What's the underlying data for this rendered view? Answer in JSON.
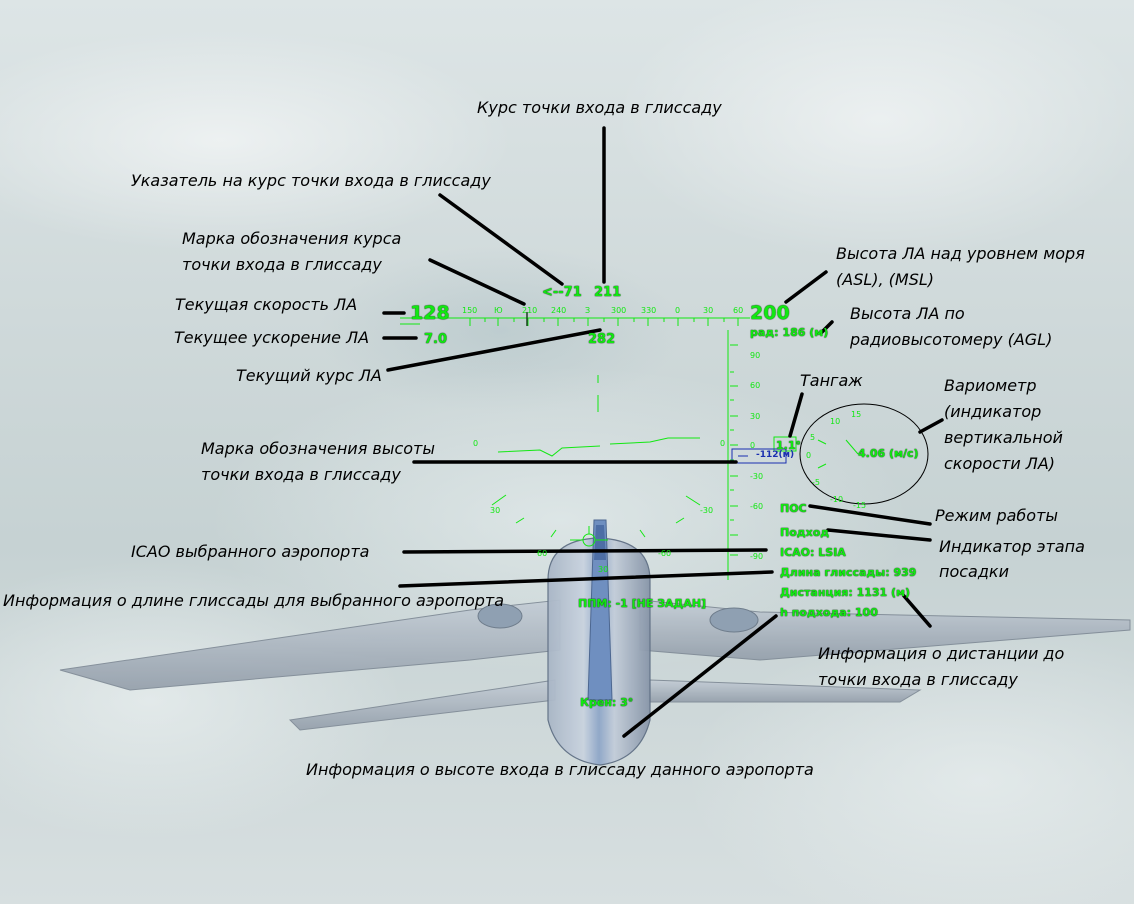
{
  "hud": {
    "speed": "128",
    "accel": "7.0",
    "heading": "282",
    "heading_pointer": "<--71",
    "entry_course": "211",
    "asl": "200",
    "agl": "рад: 186 (м)",
    "pitch": "1.1°",
    "glide_alt_mark": "-112(м)",
    "vario_value": "4.06 (м/с)",
    "mode": "ПОС",
    "phase": "Подход",
    "icao": "ICAO: LSIA",
    "glide_length": "Длина глиссады: 939",
    "distance": "Дистанция: 1131 (м)",
    "h_approach": "h подхода: 100",
    "ppm": "ППМ: -1 [НЕ ЗАДАН]",
    "bank": "Крен: 3°",
    "heading_scale": [
      "150",
      "Ю",
      "210",
      "240",
      "З",
      "300",
      "330",
      "0",
      "30",
      "60"
    ],
    "alt_scale": [
      "90",
      "60",
      "30",
      "0",
      "-30",
      "-60",
      "-90"
    ],
    "pitch_left_zero": "0",
    "pitch_right_zero": "0",
    "roll_labels": [
      "30",
      "-30",
      "60",
      "-60",
      "30"
    ],
    "vario_ticks": [
      "15",
      "10",
      "5",
      "0",
      "-5",
      "-10",
      "-15"
    ],
    "colors": {
      "hud_green": "#12e812",
      "marker_blue": "#1a2fb0"
    }
  },
  "annotations": {
    "entry_course": "Курс точки входа в глиссаду",
    "course_pointer": "Указатель на курс точки входа в глиссаду",
    "course_mark_1": "Марка обозначения курса",
    "course_mark_2": "точки входа в глиссаду",
    "speed": "Текущая скорость ЛА",
    "accel": "Текущее ускорение ЛА",
    "heading": "Текущий курс ЛА",
    "asl_1": "Высота ЛА над уровнем моря",
    "asl_2": "(ASL), (MSL)",
    "agl_1": "Высота ЛА по",
    "agl_2": "радиовысотомеру (AGL)",
    "pitch": "Тангаж",
    "vario_1": "Вариометр",
    "vario_2": "(индикатор",
    "vario_3": "вертикальной",
    "vario_4": "скорости ЛА)",
    "glide_alt_1": "Марка обозначения высоты",
    "glide_alt_2": "точки входа в глиссаду",
    "mode": "Режим работы",
    "phase_1": "Индикатор этапа",
    "phase_2": "посадки",
    "icao": "ICAO выбранного аэропорта",
    "glide_length": "Информация о длине глиссады для выбранного аэропорта",
    "distance_1": "Информация о дистанции до",
    "distance_2": "точки входа в глиссаду",
    "h_approach": "Информация о высоте входа в глиссаду данного аэропорта"
  }
}
